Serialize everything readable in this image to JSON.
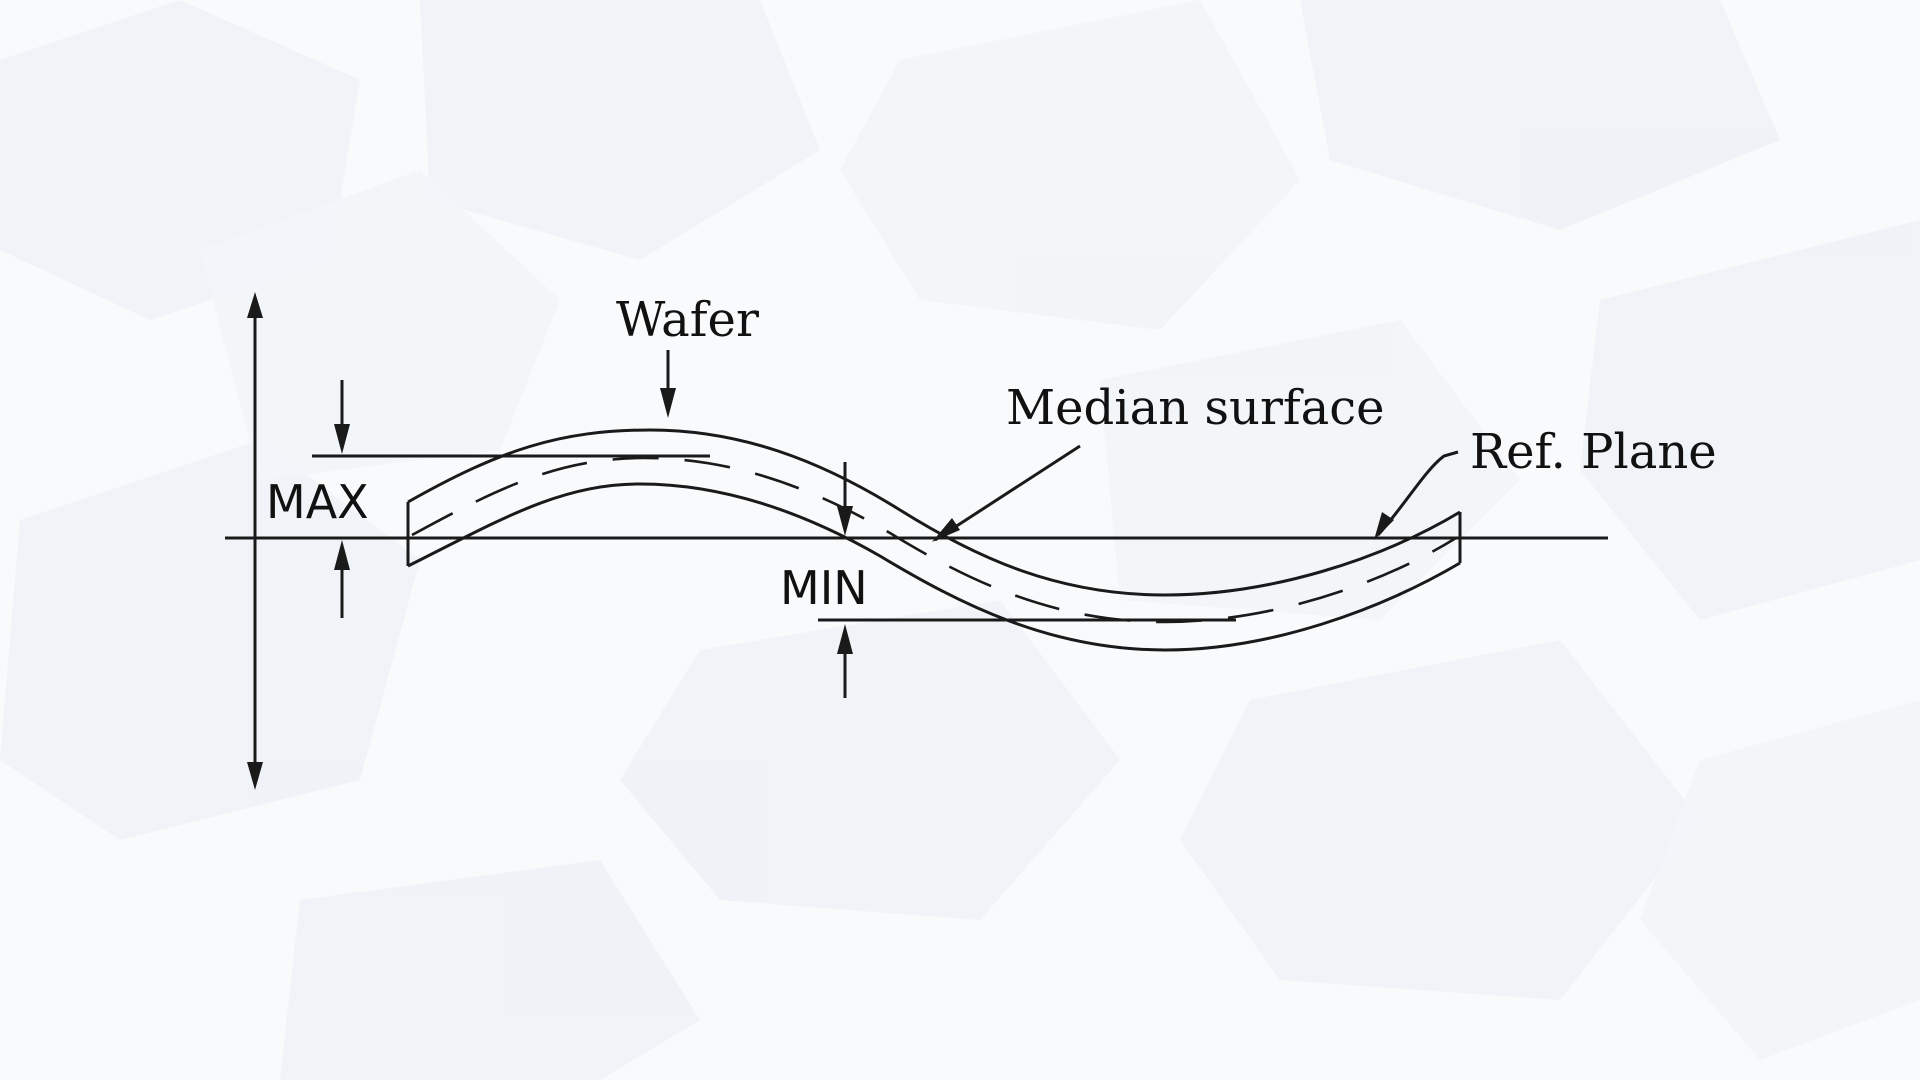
{
  "diagram": {
    "labels": {
      "wafer": "Wafer",
      "median_surface": "Median surface",
      "ref_plane": "Ref. Plane",
      "max": "MAX",
      "min": "MIN"
    }
  },
  "colors": {
    "background": "#f8fafc",
    "ink": "#1a1a1a"
  }
}
